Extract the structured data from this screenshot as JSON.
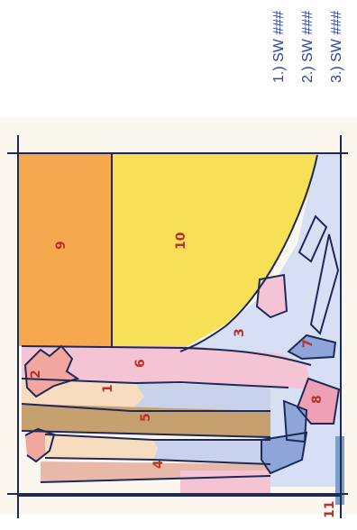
{
  "legend": [
    {
      "text": "1.) SW ###"
    },
    {
      "text": "2.) SW ###"
    },
    {
      "text": "3.) SW ###"
    }
  ],
  "regions": [
    {
      "id": "region-9",
      "label": "9",
      "color": "#f6a84e"
    },
    {
      "id": "region-10",
      "label": "10",
      "color": "#f7e055"
    },
    {
      "id": "region-3",
      "label": "3",
      "color": "#d7dff4"
    },
    {
      "id": "region-6",
      "label": "6",
      "color": "#f4c4d4"
    },
    {
      "id": "region-7",
      "label": "7",
      "color": "#8fa4d8"
    },
    {
      "id": "region-8",
      "label": "8",
      "color": "#f0a0b4"
    },
    {
      "id": "region-1",
      "label": "1",
      "color": "#f7dcc0"
    },
    {
      "id": "region-2",
      "label": "2",
      "color": "#f2a6a0"
    },
    {
      "id": "region-4",
      "label": "4",
      "color": "#e8b8a8"
    },
    {
      "id": "region-5",
      "label": "5",
      "color": "#c7a070"
    },
    {
      "id": "region-11",
      "label": "11",
      "color": "#7aa0c8"
    }
  ],
  "colors": {
    "outline": "#1e2a55",
    "legend_text": "#2a44a8",
    "number_text": "#b8322b"
  }
}
